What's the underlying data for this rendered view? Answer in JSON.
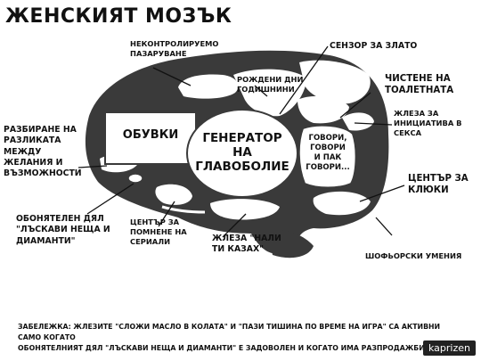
{
  "title": "ЖЕНСКИЯТ МОЗЪК",
  "regions": {
    "shoes": "ОБУВКИ",
    "headache": "ГЕНЕРАТОР\nНА\nГЛАВОБОЛИЕ",
    "talk": "ГОВОРИ,\nГОВОРИ\nИ ПАК\nГОВОРИ..."
  },
  "labels": {
    "shopping": "НЕКОНТРОЛИРУЕМО\nПАЗАРУВАНЕ",
    "birthdays": "РОЖДЕНИ ДНИ\nГОДИШНИНИ",
    "gold": "СЕНЗОР ЗА ЗЛАТО",
    "toilet": "ЧИСТЕНЕ НА\nТОАЛЕТНАТА",
    "sex": "ЖЛЕЗА ЗА\nИНИЦИАТИВА В\nСЕКСА",
    "desires": "РАЗБИРАНЕ НА\nРАЗЛИКАТА\nМЕЖДУ\nЖЕЛАНИЯ И\nВЪЗМОЖНОСТИ",
    "smell": "ОБОНЯТЕЛЕН ДЯЛ\n\"ЛЪСКАВИ НЕЩА И\nДИАМАНТИ\"",
    "series": "ЦЕНТЪР ЗА\nПОМНЕНЕ НА\nСЕРИАЛИ",
    "told": "ЖЛЕЗА \"НАЛИ\nТИ КАЗАХ\"",
    "gossip": "ЦЕНТЪР ЗА\nКЛЮКИ",
    "driving": "ШОФЬОРСКИ УМЕНИЯ"
  },
  "note": "ЗАБЕЛЕЖКА: ЖЛЕЗИТЕ \"СЛОЖИ МАСЛО В КОЛАТА\" И \"ПАЗИ ТИШИНА ПО ВРЕМЕ НА ИГРА\" СА АКТИВНИ САМО КОГАТО\nОБОНЯТЕЛНИЯТ ДЯЛ \"ЛЪСКАВИ НЕЩА И ДИАМАНТИ\" Е ЗАДОВОЛЕН И КОГАТО ИМА РАЗПРОДАЖБИ",
  "watermark": "kaprizen",
  "colors": {
    "brain": "#3a3a3a",
    "lobe": "#ffffff",
    "ink": "#111111"
  }
}
